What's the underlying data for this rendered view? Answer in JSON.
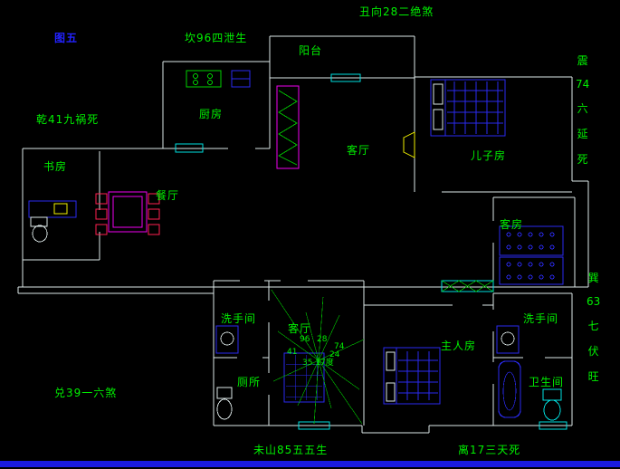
{
  "figure_label": "图五",
  "annotations": {
    "top": "丑向28二绝煞",
    "top_left": "坎96四泄生",
    "left": "乾41九祸死",
    "right_upper": [
      "震",
      "74",
      "六",
      "延",
      "死"
    ],
    "right_lower": [
      "巽",
      "63",
      "七",
      "伏",
      "旺"
    ],
    "bottom_left": "兑39一六煞",
    "bottom_center": "未山85五五生",
    "bottom_right": "离17三天死"
  },
  "rooms": {
    "balcony": "阳台",
    "kitchen": "厨房",
    "living_room": "客厅",
    "son_room": "儿子房",
    "study": "书房",
    "dining_room": "餐厅",
    "guest_room": "客房",
    "washroom_left": "洗手间",
    "hall": "客厅",
    "toilet": "厕所",
    "master_room": "主人房",
    "washroom_right": "洗手间",
    "bathroom": "卫生间"
  },
  "compass": {
    "numbers": {
      "n96": "96",
      "n28": "28",
      "n74": "74",
      "n41": "41",
      "n24": "24"
    },
    "center_degree": "35.17度"
  },
  "colors": {
    "background": "#000000",
    "walls": "#dde8e8",
    "furniture_blue": "#2a2af0",
    "accent_magenta": "#f000f0",
    "accent_red": "#ff2050",
    "accent_green": "#00d000",
    "accent_yellow": "#f0f000",
    "accent_cyan": "#00e0e0",
    "text_green": "#00f000",
    "figure_blue": "#2222ff",
    "bottom_bar": "#1b1be0"
  }
}
